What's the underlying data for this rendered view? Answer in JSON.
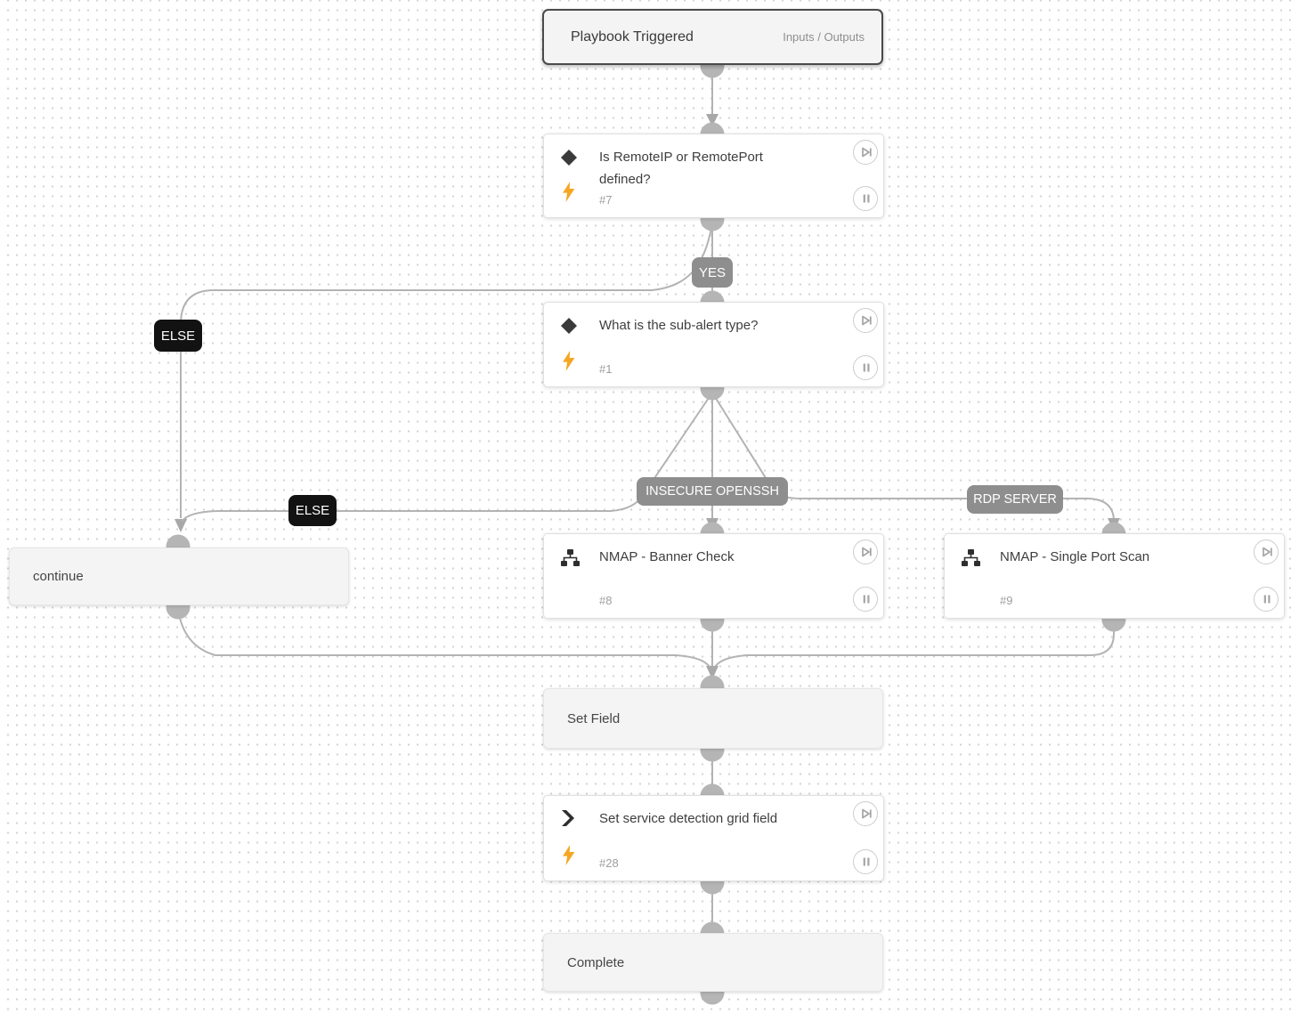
{
  "trigger": {
    "title": "Playbook Triggered",
    "io_label": "Inputs / Outputs"
  },
  "nodes": {
    "decision_remoteip": {
      "title": "Is RemoteIP or RemotePort defined?",
      "id": "#7"
    },
    "decision_subalert": {
      "title": "What is the sub-alert type?",
      "id": "#1"
    },
    "action_banner": {
      "title": "NMAP - Banner Check",
      "id": "#8"
    },
    "action_portscan": {
      "title": "NMAP - Single Port Scan",
      "id": "#9"
    },
    "utility_continue": {
      "title": "continue"
    },
    "utility_setfield": {
      "title": "Set Field"
    },
    "action_setgrid": {
      "title": "Set service detection grid field",
      "id": "#28"
    },
    "utility_complete": {
      "title": "Complete"
    }
  },
  "branch_labels": {
    "yes": "YES",
    "else_top": "ELSE",
    "else_mid": "ELSE",
    "insecure_openssh": "INSECURE OPENSSH",
    "rdp_server": "RDP SERVER"
  },
  "icons": {
    "decision": "diamond-icon",
    "automation": "lightning-bolt-icon",
    "action": "sitemap-icon",
    "set_field": "chevron-icon",
    "skip": "skip-ahead-icon",
    "pause": "pause-icon"
  },
  "colors": {
    "bolt_orange": "#F5A623",
    "badge_gray": "#8E8E8E",
    "badge_black": "#121212",
    "edge_gray": "#B3B3B3",
    "port_gray": "#B5B5B5",
    "start_border": "#4A4A4A"
  }
}
